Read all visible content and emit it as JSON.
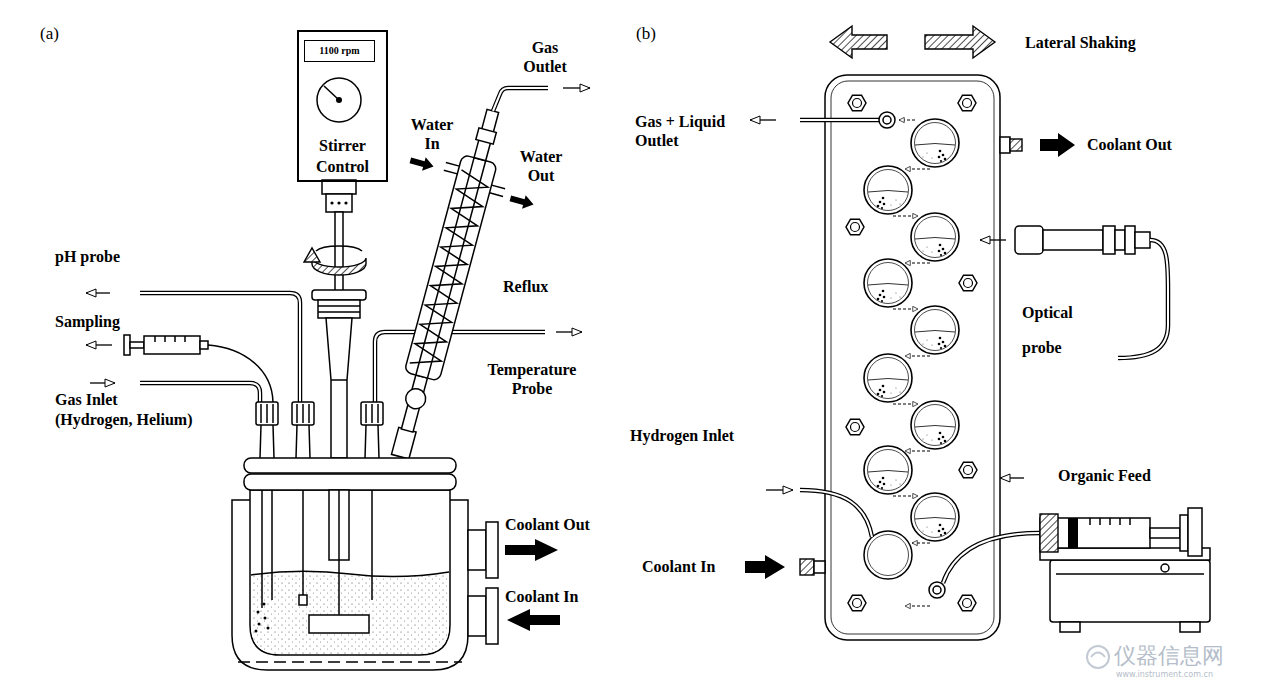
{
  "diagram": {
    "nodes": [
      {
        "text": [
          "Stirrer Control"
        ]
      },
      {
        "text": [
          "1100 rpm"
        ],
        "in": 0
      }
    ],
    "labels": [
      "(a)",
      "(b)",
      "Gas Outlet",
      "Water In",
      "Water Out",
      "pH probe",
      "Sampling",
      "Reflux",
      "Temperature Probe",
      "Gas Inlet",
      "(Hydrogen, Helium)",
      "Coolant Out",
      "Coolant In",
      "Lateral Shaking",
      "Gas + Liquid Outlet",
      "Coolant Out",
      "Optical probe",
      "Hydrogen Inlet",
      "Organic Feed",
      "Coolant In",
      "仪器信息网",
      "www.instrument.com.cn"
    ]
  }
}
